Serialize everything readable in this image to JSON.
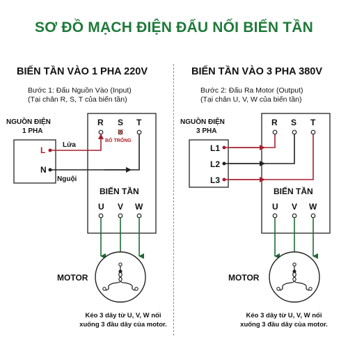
{
  "title": "SƠ ĐỒ MẠCH ĐIỆN ĐẤU NỐI BIẾN TẦN",
  "left": {
    "heading": "BIẾN TẦN VÀO 1 PHA 220V",
    "step_line1": "Bước 1: Đấu Nguồn Vào (Input)",
    "step_line2": "(Tại chân R, S, T của biến tần)",
    "source_line1": "NGUỒN ĐIỆN",
    "source_line2": "1 PHA",
    "terminal_L": "L",
    "terminal_N": "N",
    "wire_live": "Lửa",
    "wire_neutral": "Nguội",
    "input_R": "R",
    "input_S": "S",
    "input_T": "T",
    "unused_note": "BỎ TRỐNG",
    "inverter_label": "BIẾN TẦN",
    "output_U": "U",
    "output_V": "V",
    "output_W": "W",
    "motor_label": "MOTOR",
    "note_line1": "Kéo 3 dây từ U, V, W nối",
    "note_line2": "xuống 3 đầu dây của motor."
  },
  "right": {
    "heading": "BIẾN TẦN VÀO 3 PHA 380V",
    "step_line1": "Bước 2: Đấu Ra Motor (Output)",
    "step_line2": "(Tại chân U, V, W của biến tần)",
    "source_line1": "NGUỒN ĐIỆN",
    "source_line2": "3 PHA",
    "terminal_L1": "L1",
    "terminal_L2": "L2",
    "terminal_L3": "L3",
    "input_R": "R",
    "input_S": "S",
    "input_T": "T",
    "inverter_label": "BIẾN TẦN",
    "output_U": "U",
    "output_V": "V",
    "output_W": "W",
    "motor_label": "MOTOR",
    "note_line1": "Kéo 3 dây từ U, V, W nối",
    "note_line2": "xuống 3 đầu dây của motor."
  },
  "colors": {
    "title": "#1f7a3a",
    "live_wire": "#a51f2e",
    "neutral_wire": "#222222",
    "output_wire": "#1e6a35",
    "unused_mark": "#c0392b"
  }
}
